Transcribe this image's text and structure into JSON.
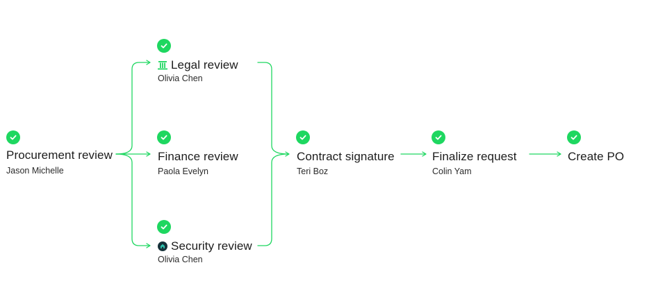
{
  "brand": {
    "success_color": "#1ed760",
    "connector_color": "#1ed760"
  },
  "steps": [
    {
      "id": "procurement",
      "title": "Procurement review",
      "person": "Jason Michelle",
      "status": "completed"
    },
    {
      "id": "legal",
      "title": "Legal review",
      "person": "Olivia Chen",
      "status": "completed",
      "icon": "legal-logo-icon"
    },
    {
      "id": "finance",
      "title": "Finance review",
      "person": "Paola Evelyn",
      "status": "completed"
    },
    {
      "id": "security",
      "title": "Security review",
      "person": "Olivia Chen",
      "status": "completed",
      "icon": "security-logo-icon"
    },
    {
      "id": "contract",
      "title": "Contract signature",
      "person": "Teri Boz",
      "status": "completed"
    },
    {
      "id": "finalize",
      "title": "Finalize request",
      "person": "Colin Yam",
      "status": "completed"
    },
    {
      "id": "po",
      "title": "Create PO",
      "status": "completed"
    }
  ]
}
